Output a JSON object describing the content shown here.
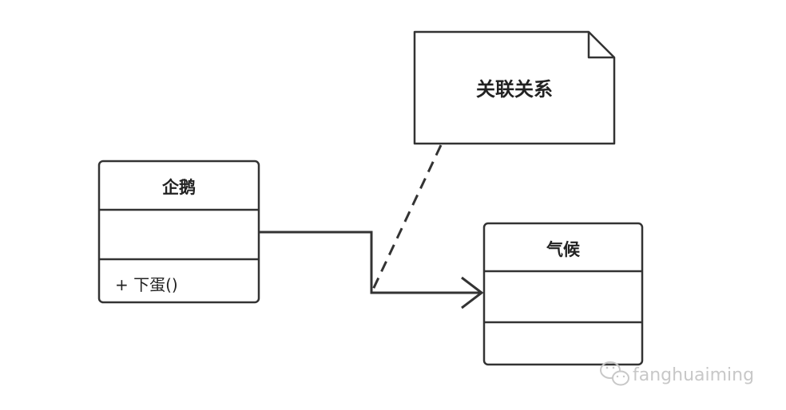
{
  "diagram": {
    "classes": [
      {
        "name": "企鹅",
        "attributes": [],
        "methods": [
          "+ 下蛋()"
        ]
      },
      {
        "name": "气候",
        "attributes": [],
        "methods": []
      }
    ],
    "note": {
      "text": "关联关系"
    },
    "relationship": {
      "type": "association",
      "from": "企鹅",
      "to": "气候"
    }
  },
  "watermark": {
    "text": "fanghuaiming",
    "icon": "wechat-icon"
  },
  "colors": {
    "stroke": "#333333",
    "text": "#222222",
    "watermark": "#c8c8c8",
    "background": "#ffffff"
  }
}
